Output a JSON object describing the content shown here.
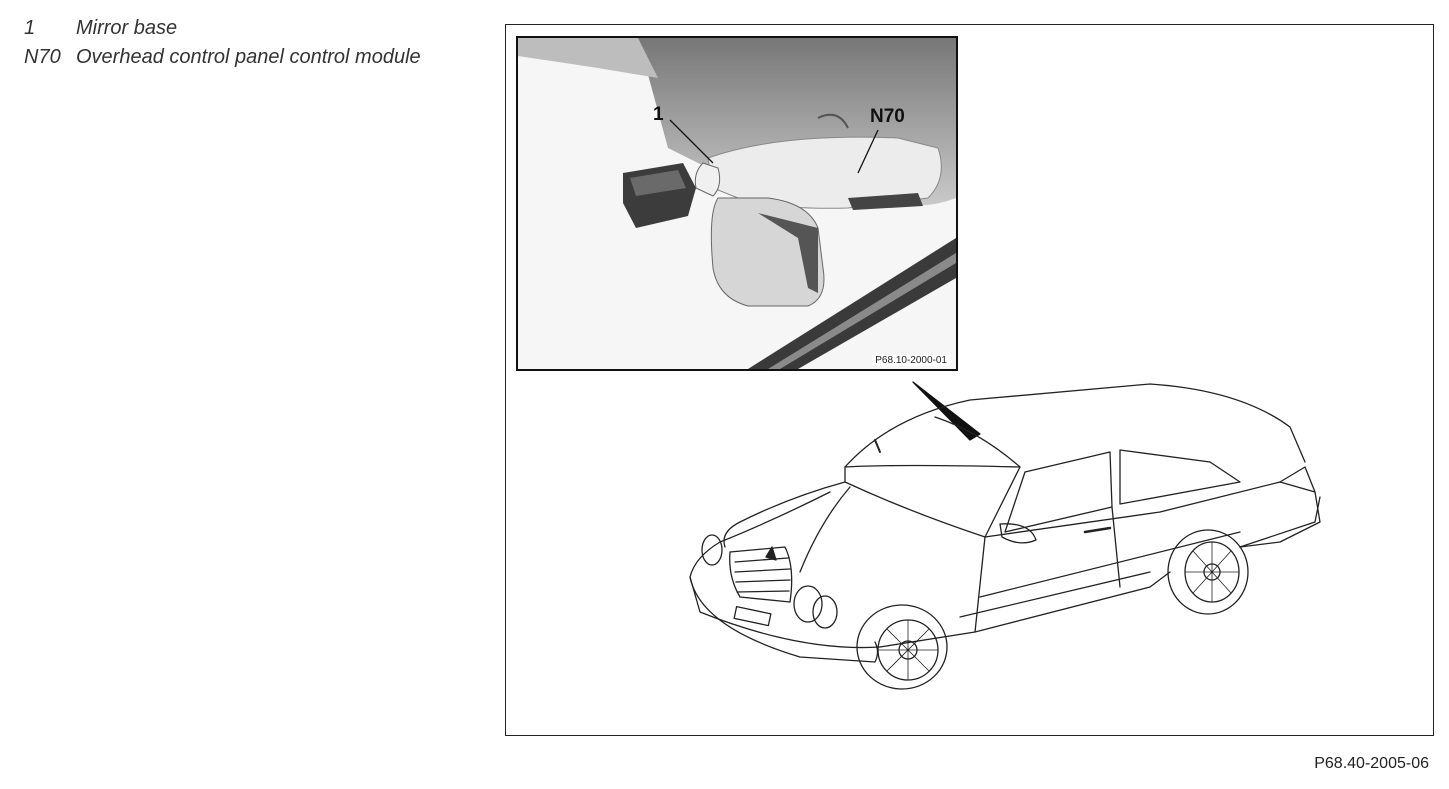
{
  "legend": {
    "items": [
      {
        "key": "1",
        "text": "Mirror base"
      },
      {
        "key": "N70",
        "text": "Overhead control panel control module"
      }
    ]
  },
  "inset": {
    "callout_1": "1",
    "callout_n70": "N70",
    "reference": "P68.10-2000-01"
  },
  "figure": {
    "reference": "P68.40-2005-06"
  }
}
